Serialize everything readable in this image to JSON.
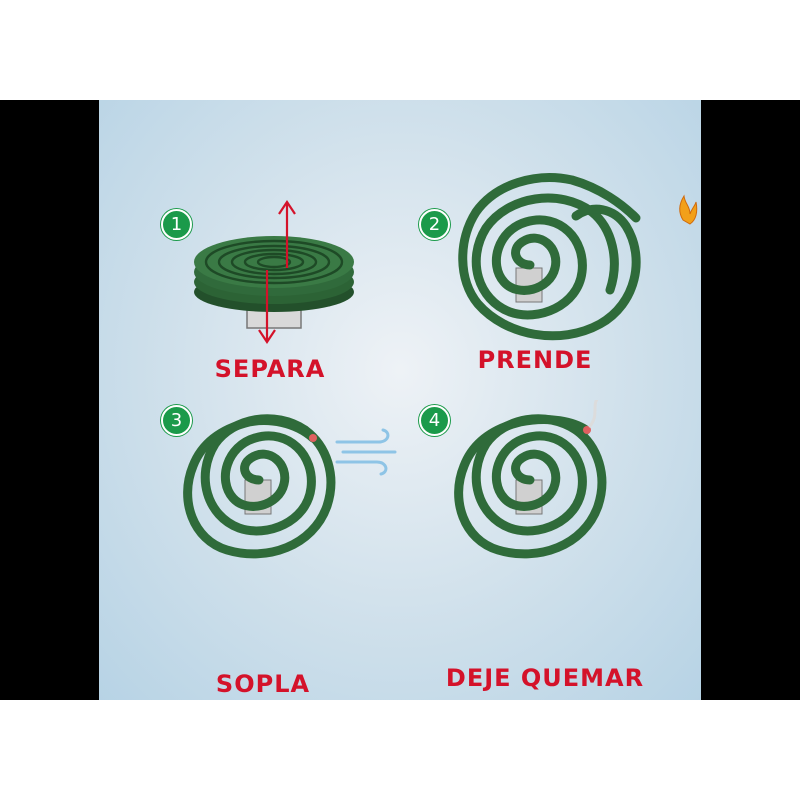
{
  "colors": {
    "label": "#d4122a",
    "badge": "#1b9a4a",
    "coil": "#2f6b3a",
    "background": "#c9dde9"
  },
  "steps": [
    {
      "number": "1",
      "label": "SEPARA",
      "icon": "stacked-coils-with-arrows"
    },
    {
      "number": "2",
      "label": "PRENDE",
      "icon": "coil-with-flame"
    },
    {
      "number": "3",
      "label": "SOPLA",
      "icon": "coil-with-wind"
    },
    {
      "number": "4",
      "label": "DEJE QUEMAR",
      "icon": "coil-with-smoke"
    }
  ]
}
